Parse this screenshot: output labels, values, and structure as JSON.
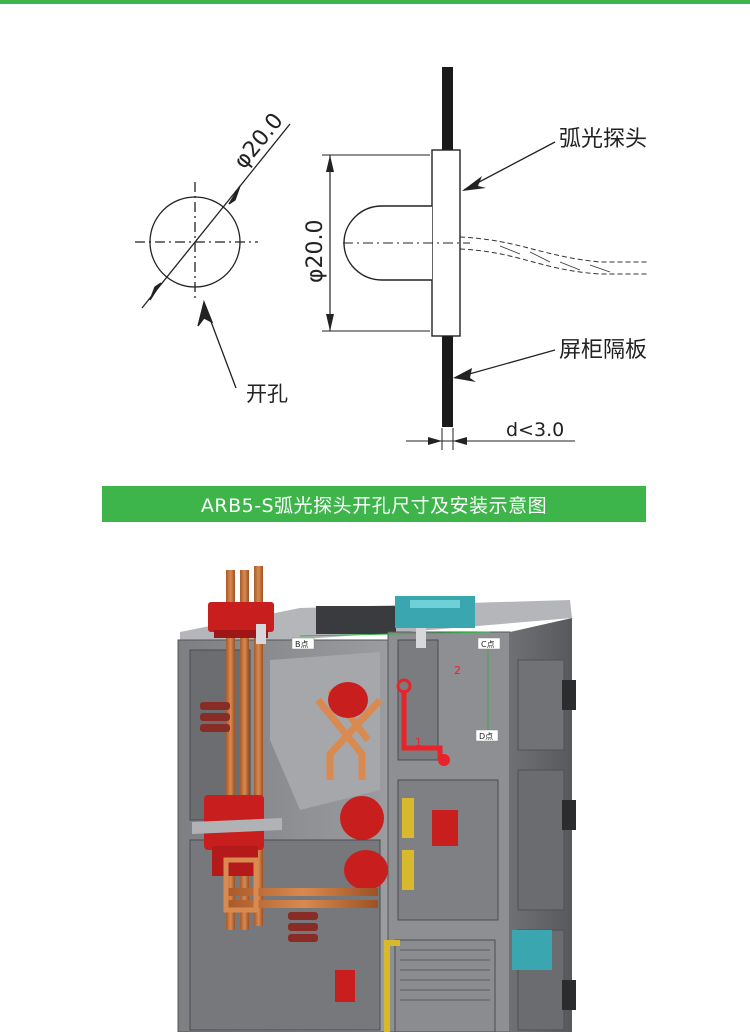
{
  "drawing": {
    "hole_diameter": "φ20.0",
    "probe_diameter": "φ20.0",
    "label_probe": "弧光探头",
    "label_partition": "屏柜隔板",
    "label_hole": "开孔",
    "label_gap": "d<3.0"
  },
  "caption": "ARB5-S弧光探头开孔尺寸及安装示意图",
  "cabinet": {
    "point_b": "B点",
    "point_c": "C点",
    "point_d": "D点",
    "marker_1": "1",
    "marker_2": "2"
  },
  "colors": {
    "accent_green": "#3db54a",
    "busbar_copper": "#c8743c",
    "insulator_red": "#c81e1e",
    "cabinet_gray": "#8a8c90"
  }
}
